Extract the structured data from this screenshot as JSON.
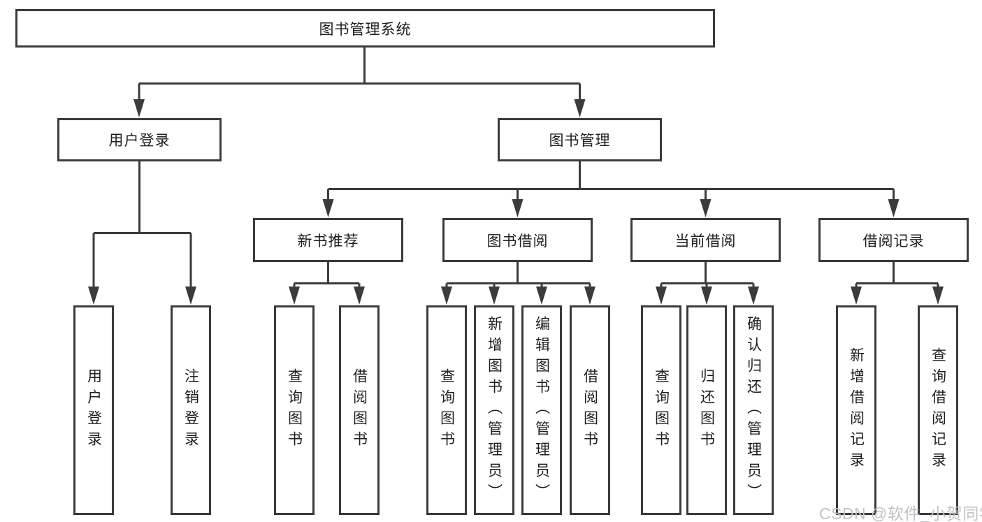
{
  "tree": {
    "label": "图书管理系统",
    "children": [
      {
        "label": "用户登录",
        "children": [
          {
            "label": "用户登录"
          },
          {
            "label": "注销登录"
          }
        ]
      },
      {
        "label": "图书管理",
        "children": [
          {
            "label": "新书推荐",
            "children": [
              {
                "label": "查询图书"
              },
              {
                "label": "借阅图书"
              }
            ]
          },
          {
            "label": "图书借阅",
            "children": [
              {
                "label": "查询图书"
              },
              {
                "label": "新增图书（管理员）"
              },
              {
                "label": "编辑图书（管理员）"
              },
              {
                "label": "借阅图书"
              }
            ]
          },
          {
            "label": "当前借阅",
            "children": [
              {
                "label": "查询图书"
              },
              {
                "label": "归还图书"
              },
              {
                "label": "确认归还（管理员）"
              }
            ]
          },
          {
            "label": "借阅记录",
            "children": [
              {
                "label": "新增借阅记录"
              },
              {
                "label": "查询借阅记录"
              }
            ]
          }
        ]
      }
    ]
  },
  "watermark": {
    "text": "CSDN @软件_小贺同学"
  },
  "colors": {
    "line": "#3b3b3b",
    "text": "#1f1f1f",
    "watermark": "#bfc3c7",
    "background": "#ffffff"
  }
}
